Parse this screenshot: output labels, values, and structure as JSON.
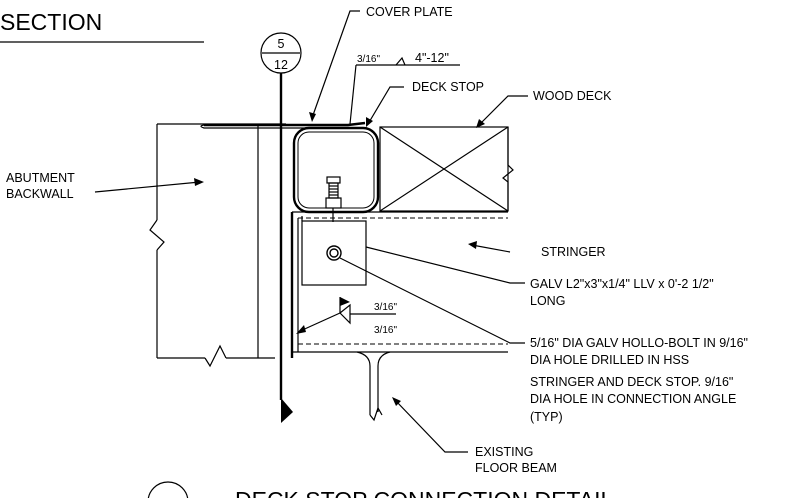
{
  "section_title": "SECTION",
  "detail_title": "DECK STOP CONNECTION DETAIL",
  "section_marker": {
    "top": "5",
    "bottom": "12"
  },
  "labels": {
    "cover_plate": "COVER PLATE",
    "weld_top_size": "3/16\"",
    "weld_top_spacing": "4\"-12\"",
    "deck_stop": "DECK STOP",
    "wood_deck": "WOOD DECK",
    "abutment_line1": "ABUTMENT",
    "abutment_line2": "BACKWALL",
    "stringer": "STRINGER",
    "angle_line1": "GALV L2\"x3\"x1/4\" LLV x 0'-2 1/2\"",
    "angle_line2": "LONG",
    "weld_side_top": "3/16\"",
    "weld_side_bottom": "3/16\"",
    "bolt_line1": "5/16\" DIA GALV HOLLO-BOLT IN 9/16\"",
    "bolt_line2": "DIA HOLE DRILLED IN HSS",
    "bolt_line3": "STRINGER AND DECK STOP. 9/16\"",
    "bolt_line4": "DIA HOLE IN CONNECTION ANGLE",
    "bolt_line5": "(TYP)",
    "floor_beam_line1": "EXISTING",
    "floor_beam_line2": "FLOOR BEAM"
  }
}
